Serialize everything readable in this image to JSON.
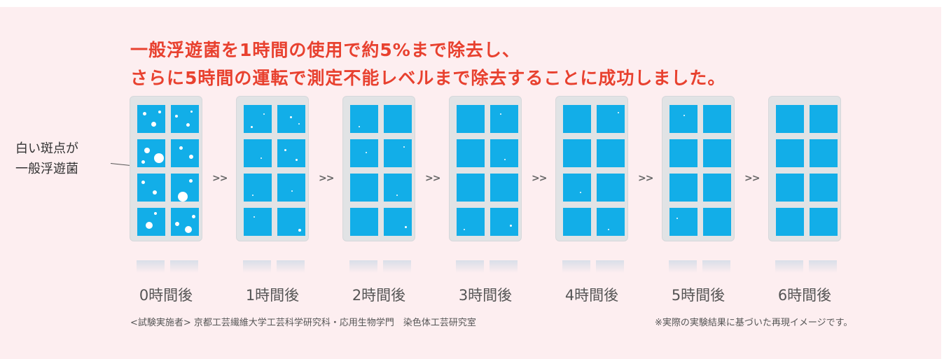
{
  "headline": {
    "line1": "一般浮遊菌を1時間の使用で約5%まで除去し、",
    "line2": "さらに5時間の運転で測定不能レベルまで除去することに成功しました。"
  },
  "callout": {
    "line1": "白い斑点が",
    "line2": "一般浮遊菌"
  },
  "arrow_glyph": ">>",
  "stages": [
    {
      "label": "0時間後"
    },
    {
      "label": "1時間後"
    },
    {
      "label": "2時間後"
    },
    {
      "label": "3時間後"
    },
    {
      "label": "4時間後"
    },
    {
      "label": "5時間後"
    },
    {
      "label": "6時間後"
    }
  ],
  "footnote": {
    "tester": "<試験実施者> 京都工芸繊維大学工芸科学研究科・応用生物学門　染色体工芸研究室",
    "note": "※実際の実験結果に基づいた再現イメージです。"
  },
  "colors": {
    "headline": "#e8412f",
    "pane": "#12aee8",
    "background": "#fdeef0",
    "frame": "#e1e3e5"
  }
}
